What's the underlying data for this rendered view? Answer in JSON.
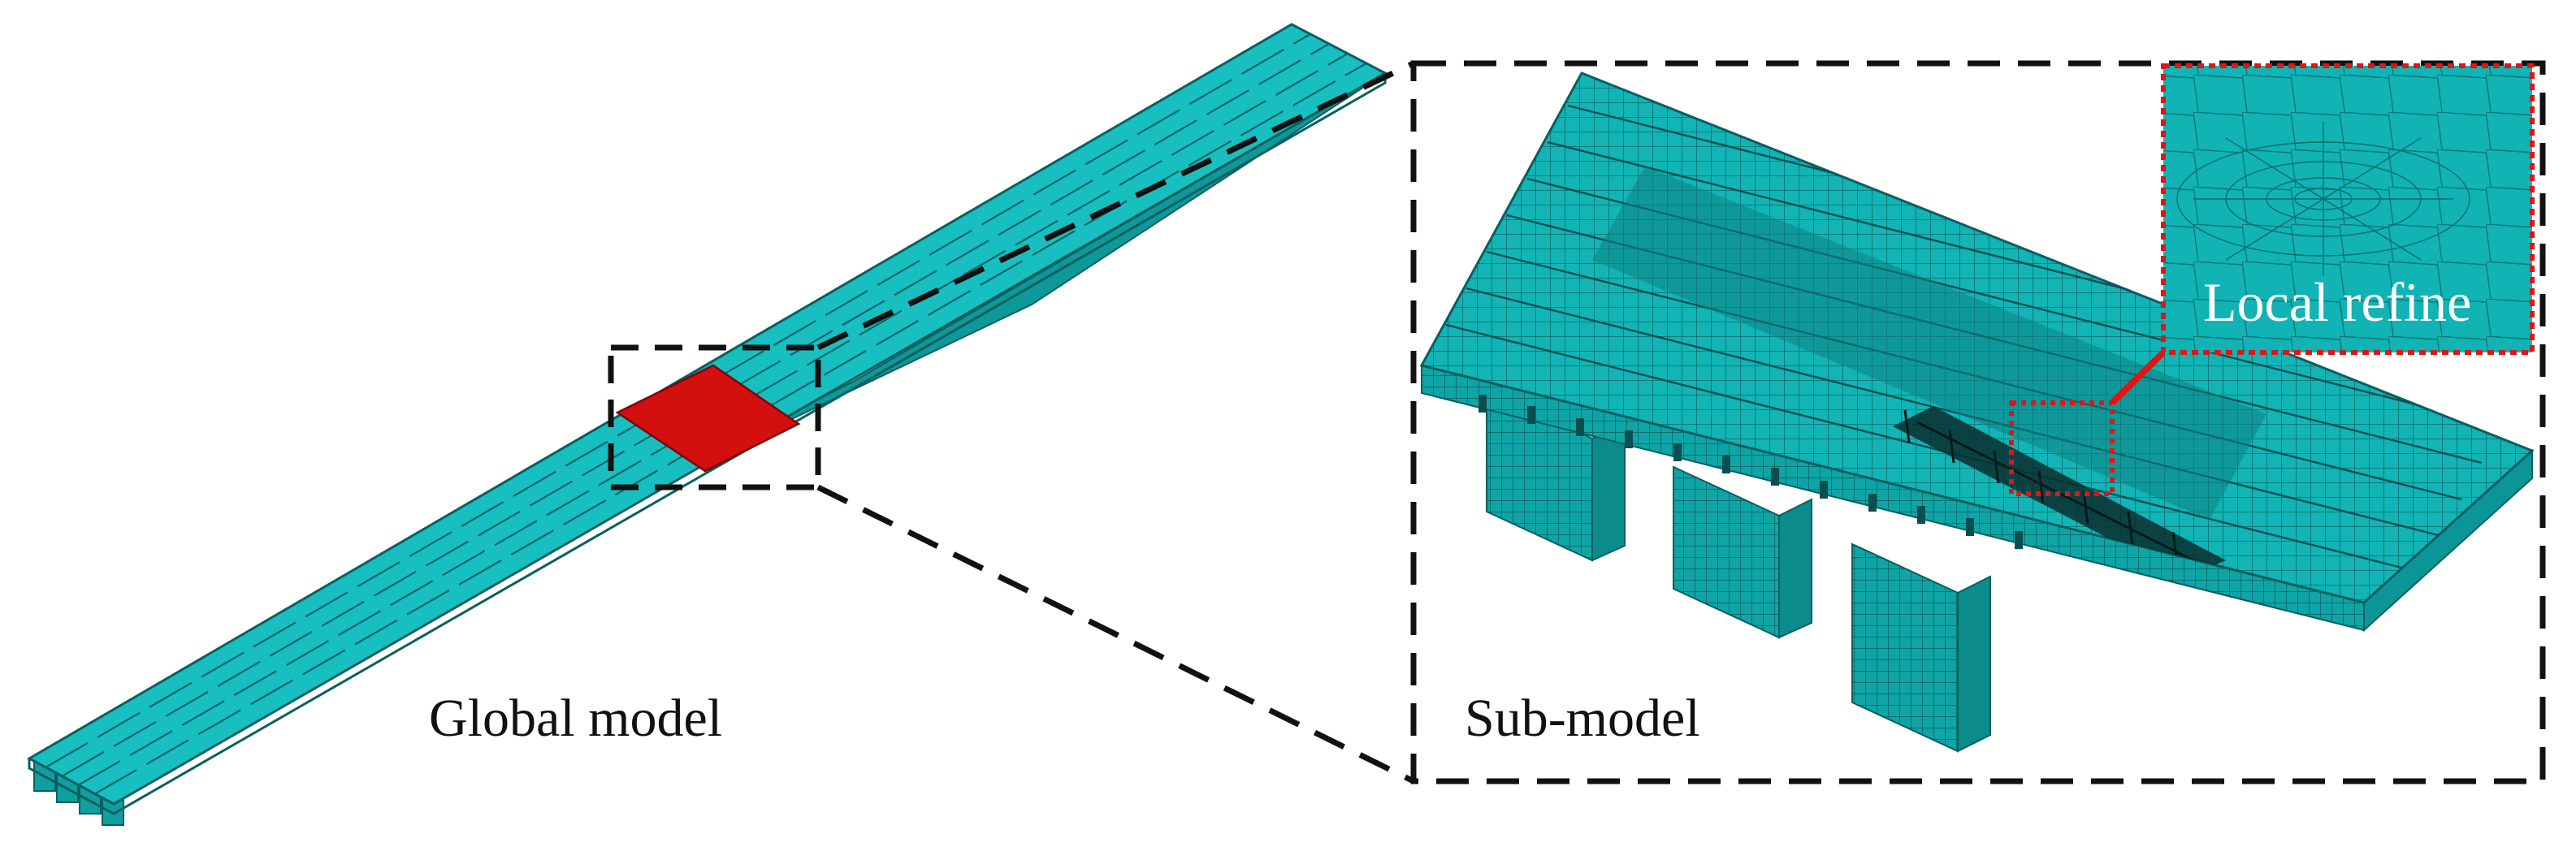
{
  "labels": {
    "global_model": "Global model",
    "sub_model": "Sub-model",
    "local_refine": "Local refine"
  },
  "colors": {
    "mesh_fill": "#11b5b6",
    "mesh_top": "#19c2c3",
    "mesh_side": "#0e9fa0",
    "mesh_line": "#0a5f60",
    "highlight_region": "#d40f0f",
    "callout_border": "#e01515",
    "dashed_frame": "#111111",
    "background": "#ffffff"
  }
}
